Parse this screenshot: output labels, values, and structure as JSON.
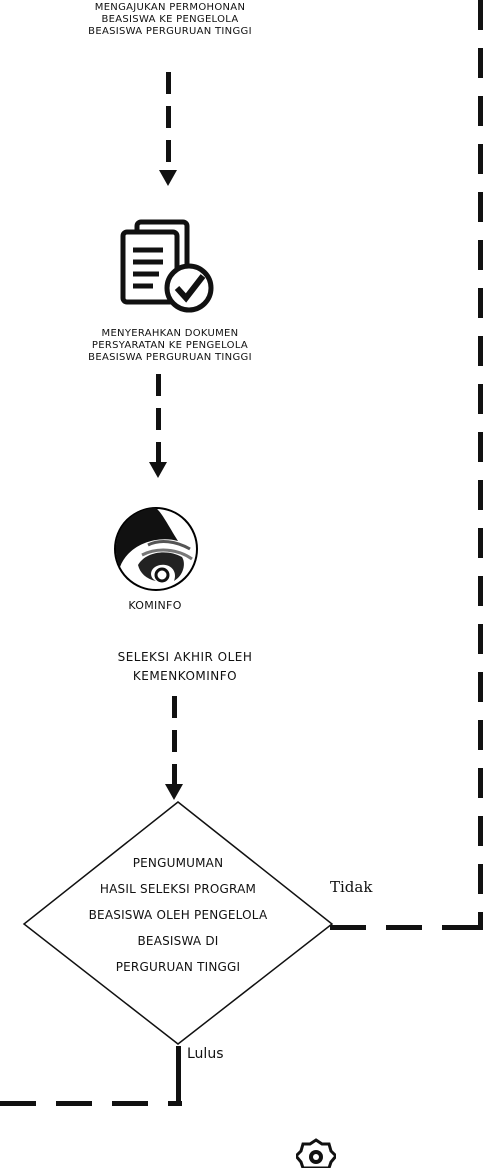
{
  "steps": {
    "step1": "MENGAJUKAN PERMOHONAN\nBEASISWA KE PENGELOLA\nBEASISWA PERGURUAN TINGGI",
    "step2": "MENYERAHKAN DOKUMEN\nPERSYARATAN KE PENGELOLA\nBEASISWA PERGURUAN TINGGI",
    "logo_text": "KOMINFO",
    "step3": "SELEKSI AKHIR OLEH\nKEMENKOMINFO",
    "decision": "PENGUMUMAN\nHASIL SELEKSI PROGRAM\nBEASISWA OLEH PENGELOLA\nBEASISWA DI\nPERGURUAN TINGGI"
  },
  "branches": {
    "no_label": "Tidak",
    "yes_label": "Lulus"
  },
  "icons": {
    "document": "document-check-icon",
    "logo": "kominfo-logo-icon",
    "badge": "seal-badge-icon"
  }
}
